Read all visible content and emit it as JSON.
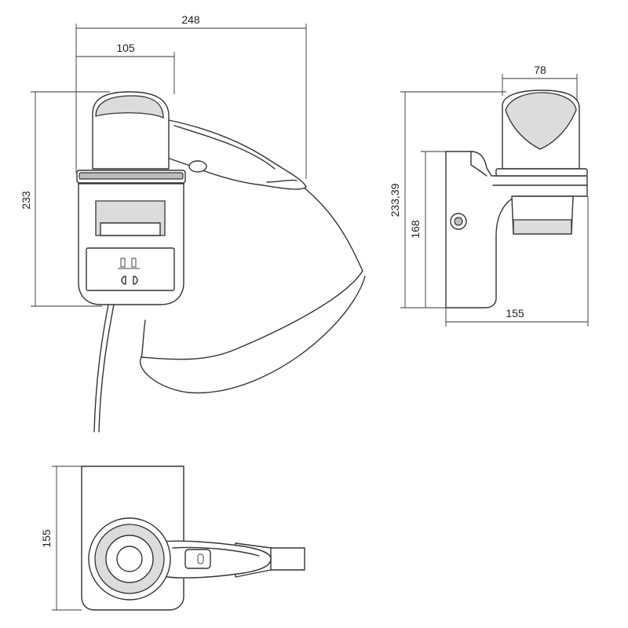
{
  "dimensions": {
    "front_total_width": "248",
    "front_body_width": "105",
    "front_height": "233",
    "side_head_width": "78",
    "side_total_height": "233,39",
    "side_bracket_height": "168",
    "side_depth": "155",
    "top_depth": "155"
  }
}
